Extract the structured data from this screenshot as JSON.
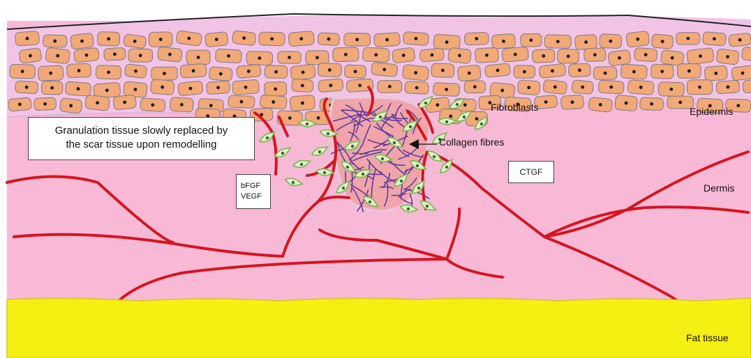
{
  "labels": {
    "granulation_line1": "Granulation tissue slowly replaced by",
    "granulation_line2": "the scar tissue upon remodelling",
    "bfgf": "bFGF",
    "vegf": "VEGF",
    "ctgf": "CTGF",
    "fibroblasts": "Fibroblasts",
    "collagen_fibres": "Collagen fibres",
    "epidermis": "Epidermis",
    "dermis": "Dermis",
    "fat_tissue": "Fat tissue"
  },
  "colors": {
    "dermis": "#f8b9d6",
    "epidermis_background": "#f1c4e6",
    "keratinocyte": "#f2a877",
    "nucleus": "#1a1a1a",
    "fibroblast_outline": "#74b84a",
    "fibroblast_fill": "#e4f0c8",
    "granulation": "#f1a4a9",
    "collagen": "#5b3d9c",
    "blood_vessel": "#d5151f",
    "fat": "#f6ef12"
  }
}
